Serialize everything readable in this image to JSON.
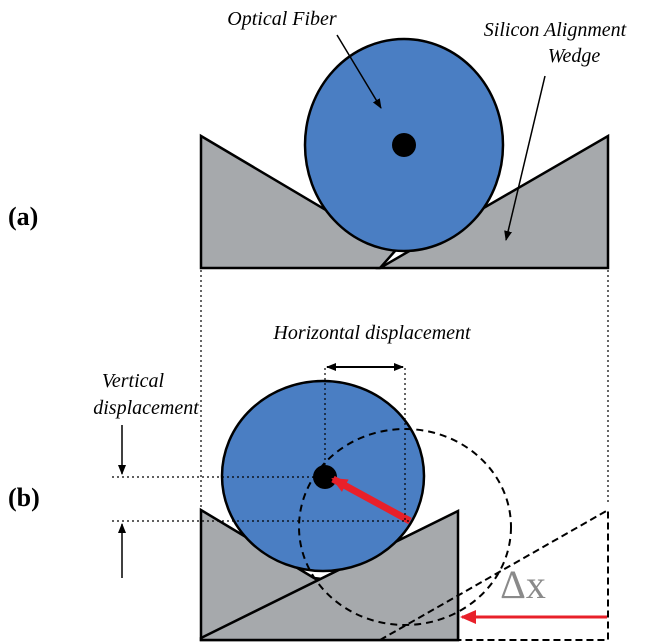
{
  "panel_a": {
    "label": "(a)",
    "fiber_label": "Optical Fiber",
    "wedge_label_line1": "Silicon Alignment",
    "wedge_label_line2": "Wedge"
  },
  "panel_b": {
    "label": "(b)",
    "horizontal_label": "Horizontal displacement",
    "vertical_label_line1": "Vertical",
    "vertical_label_line2": "displacement",
    "delta_label": "Δx"
  },
  "colors": {
    "fiber_fill": "#4a7ec3",
    "wedge_fill": "#a6a9ac",
    "arrow_red": "#e8202a",
    "delta_gray": "#8a8a8a"
  }
}
